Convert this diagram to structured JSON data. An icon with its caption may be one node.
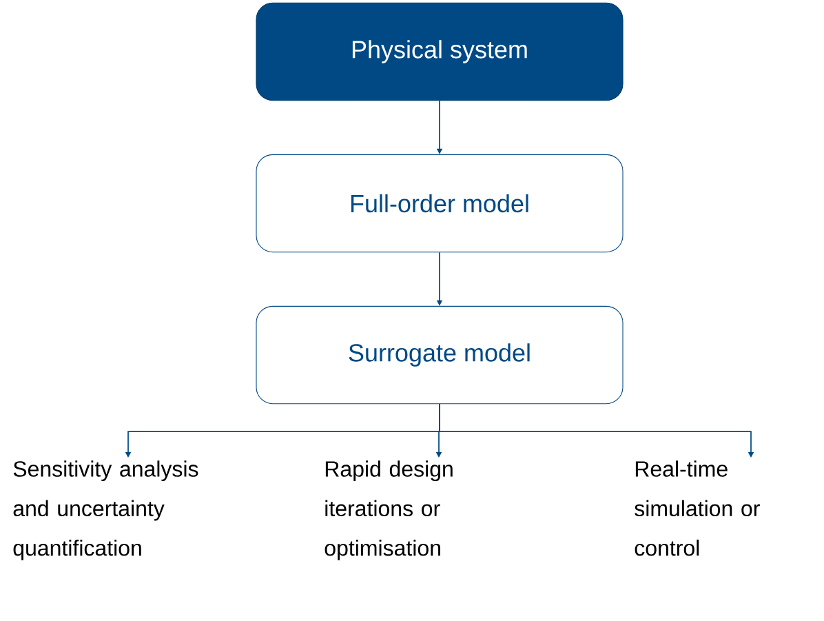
{
  "diagram": {
    "nodes": [
      {
        "text": [
          "Physical system"
        ]
      },
      {
        "text": [
          "Full-order model"
        ]
      },
      {
        "text": [
          "Surrogate model"
        ]
      },
      {
        "text": [
          "Sensitivity analysis and uncertainty quantification"
        ]
      },
      {
        "text": [
          "Rapid design iterations or optimisation"
        ]
      },
      {
        "text": [
          "Real-time simulation or control"
        ]
      }
    ],
    "edges": [
      {
        "from": 0,
        "to": 1,
        "arrow": "to"
      },
      {
        "from": 1,
        "to": 2,
        "arrow": "to"
      },
      {
        "from": 2,
        "to": 3,
        "arrow": "to"
      },
      {
        "from": 2,
        "to": 4,
        "arrow": "to"
      },
      {
        "from": 2,
        "to": 5,
        "arrow": "to"
      }
    ]
  }
}
